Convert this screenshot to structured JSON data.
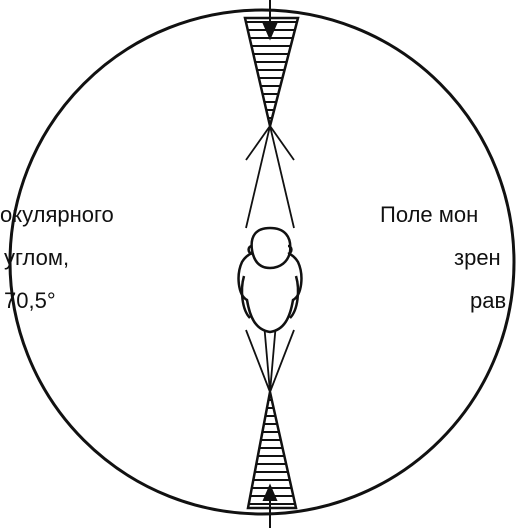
{
  "labels": {
    "left": {
      "line1": "окулярного",
      "line2": "углом,",
      "line3": "70,5°"
    },
    "right": {
      "line1": "Поле мон",
      "line2": "зрен",
      "line3": "рав"
    }
  },
  "colors": {
    "stroke": "#111111",
    "background": "#ffffff"
  }
}
